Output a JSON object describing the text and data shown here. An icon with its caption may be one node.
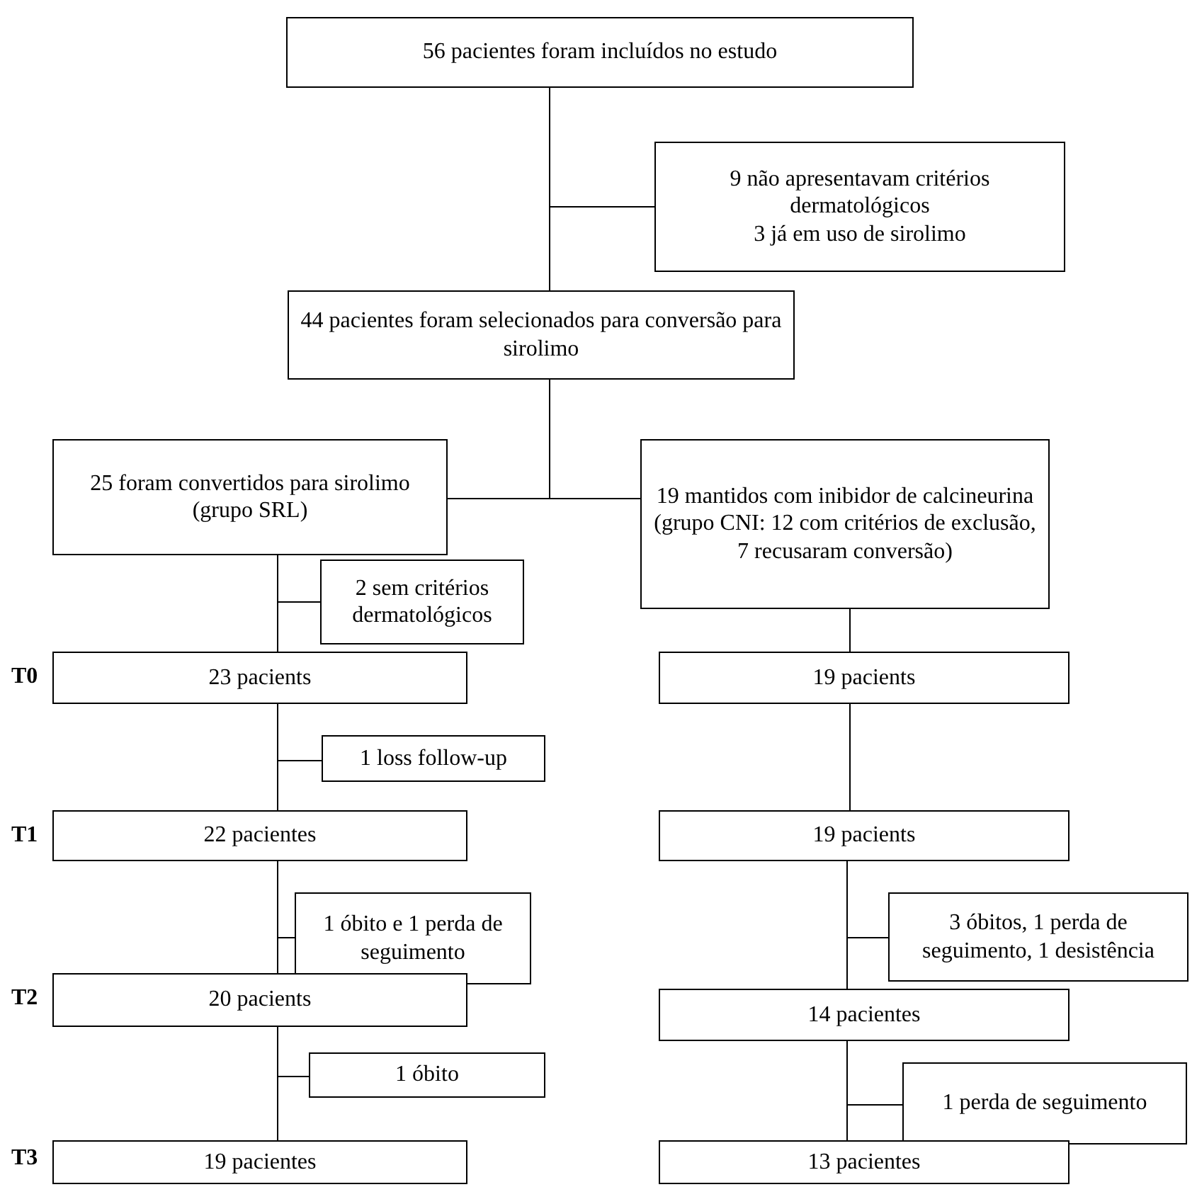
{
  "diagram": {
    "nodes": [
      {
        "text": [
          "56 pacientes foram incluídos no estudo"
        ]
      },
      {
        "text": [
          "9 não apresentavam critérios dermatológicos",
          "3 já em uso de sirolimo"
        ]
      },
      {
        "text": [
          "44 pacientes foram selecionados para conversão para sirolimo"
        ]
      },
      {
        "text": [
          "25 foram convertidos para sirolimo",
          "(grupo SRL)"
        ]
      },
      {
        "text": [
          "19 mantidos com inibidor de calcineurina",
          "(grupo CNI: 12 com critérios de exclusão, 7 recusaram conversão)"
        ]
      },
      {
        "text": [
          "2 sem critérios dermatológicos"
        ]
      },
      {
        "text": [
          "23 pacients"
        ]
      },
      {
        "text": [
          "19 pacients"
        ]
      },
      {
        "text": [
          "1 loss follow-up"
        ]
      },
      {
        "text": [
          "22 pacientes"
        ]
      },
      {
        "text": [
          "19 pacients"
        ]
      },
      {
        "text": [
          "1 óbito e 1 perda de seguimento"
        ]
      },
      {
        "text": [
          "3 óbitos, 1 perda de seguimento, 1 desistência"
        ]
      },
      {
        "text": [
          "20 pacients"
        ]
      },
      {
        "text": [
          "14 pacientes"
        ]
      },
      {
        "text": [
          "1 óbito"
        ]
      },
      {
        "text": [
          "1 perda de seguimento"
        ]
      },
      {
        "text": [
          "19 pacientes"
        ]
      },
      {
        "text": [
          "13 pacientes"
        ]
      }
    ],
    "edges": [
      {
        "from": 0,
        "to": 2,
        "arrow": "none"
      },
      {
        "from": 0,
        "to": 1,
        "arrow": "none"
      },
      {
        "from": 2,
        "to": 3,
        "arrow": "none"
      },
      {
        "from": 2,
        "to": 4,
        "arrow": "none"
      },
      {
        "from": 3,
        "to": 6,
        "arrow": "none"
      },
      {
        "from": 3,
        "to": 5,
        "arrow": "none"
      },
      {
        "from": 4,
        "to": 7,
        "arrow": "none"
      },
      {
        "from": 6,
        "to": 9,
        "arrow": "none"
      },
      {
        "from": 6,
        "to": 8,
        "arrow": "none"
      },
      {
        "from": 7,
        "to": 10,
        "arrow": "none"
      },
      {
        "from": 9,
        "to": 13,
        "arrow": "none"
      },
      {
        "from": 9,
        "to": 11,
        "arrow": "none"
      },
      {
        "from": 10,
        "to": 14,
        "arrow": "none"
      },
      {
        "from": 10,
        "to": 12,
        "arrow": "none"
      },
      {
        "from": 13,
        "to": 17,
        "arrow": "none"
      },
      {
        "from": 13,
        "to": 15,
        "arrow": "none"
      },
      {
        "from": 14,
        "to": 18,
        "arrow": "none"
      },
      {
        "from": 14,
        "to": 16,
        "arrow": "none"
      }
    ],
    "labels": [
      "T0",
      "T1",
      "T2",
      "T3"
    ]
  }
}
